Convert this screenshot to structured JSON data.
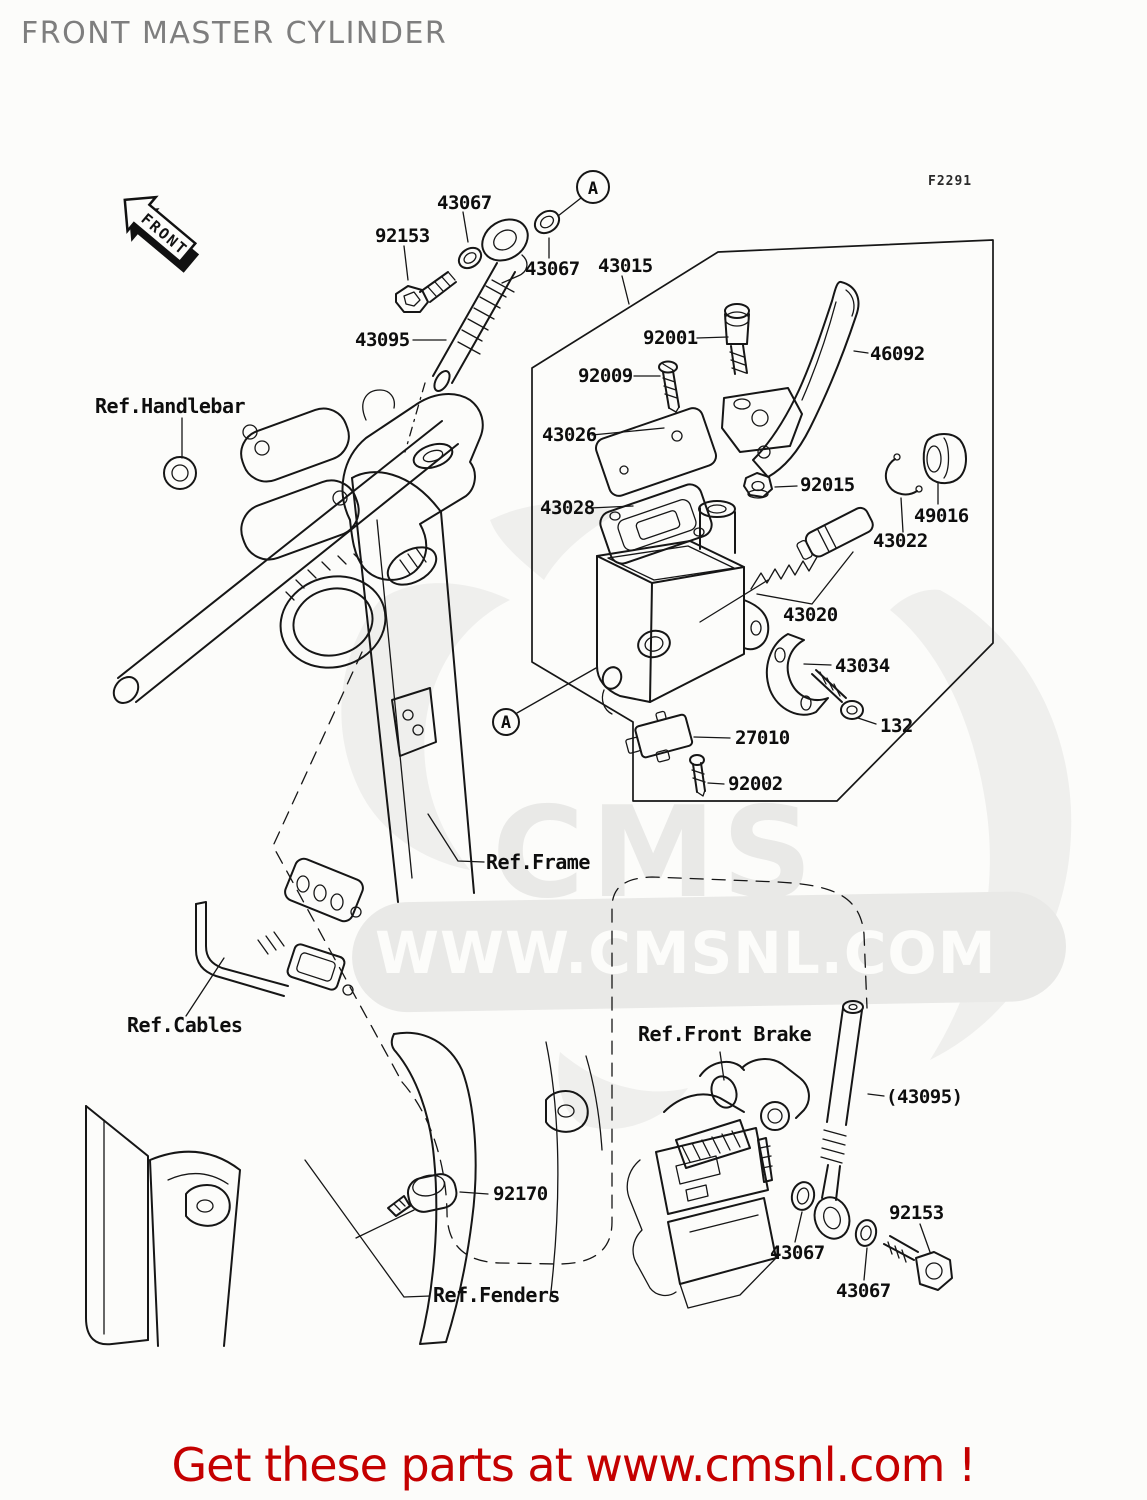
{
  "page": {
    "title": "FRONT MASTER CYLINDER",
    "figure_code": "F2291",
    "front_arrow": "FRONT"
  },
  "callout": {
    "label": "A"
  },
  "watermark": {
    "logo": "CMS",
    "url": "WWW.CMSNL.COM"
  },
  "banner": {
    "text": "Get these parts at www.cmsnl.com !",
    "color": "#c40000"
  },
  "colors": {
    "line": "#161616",
    "title_gray": "#7e7e7e",
    "watermark_gray": "#e9e9e7"
  },
  "part_labels": [
    {
      "text": "43067"
    },
    {
      "text": "92153"
    },
    {
      "text": "43067"
    },
    {
      "text": "43015"
    },
    {
      "text": "43095"
    },
    {
      "text": "92001"
    },
    {
      "text": "46092"
    },
    {
      "text": "92009"
    },
    {
      "text": "43026"
    },
    {
      "text": "43028"
    },
    {
      "text": "92015"
    },
    {
      "text": "49016"
    },
    {
      "text": "43022"
    },
    {
      "text": "43020"
    },
    {
      "text": "43034"
    },
    {
      "text": "132"
    },
    {
      "text": "27010"
    },
    {
      "text": "92002"
    },
    {
      "text": "(43095)"
    },
    {
      "text": "92170"
    },
    {
      "text": "92153"
    },
    {
      "text": "43067"
    },
    {
      "text": "43067"
    }
  ],
  "ref_labels": [
    {
      "text": "Ref.Handlebar"
    },
    {
      "text": "Ref.Frame"
    },
    {
      "text": "Ref.Cables"
    },
    {
      "text": "Ref.Front Brake"
    },
    {
      "text": "Ref.Fenders"
    }
  ]
}
